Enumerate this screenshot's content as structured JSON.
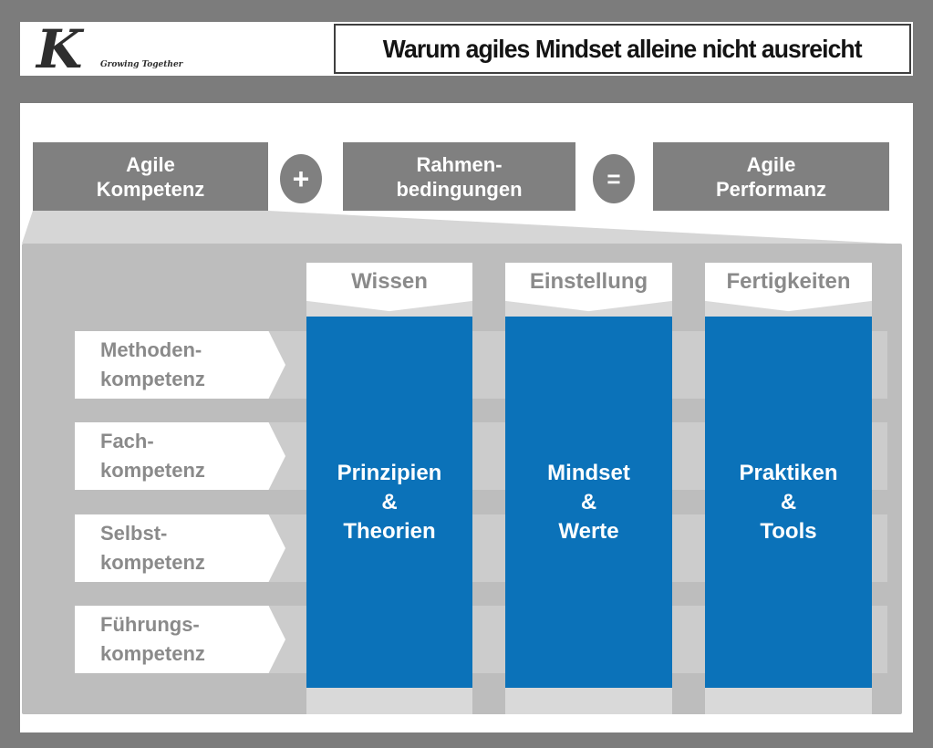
{
  "header": {
    "logo_letter": "K",
    "logo_tagline": "Growing Together",
    "title": "Warum agiles Mindset alleine nicht ausreicht"
  },
  "equation": {
    "terms": [
      {
        "lines": [
          "Agile",
          "Kompetenz"
        ]
      },
      {
        "lines": [
          "Rahmen-",
          "bedingungen"
        ]
      },
      {
        "lines": [
          "Agile",
          "Performanz"
        ]
      }
    ],
    "operators": {
      "plus": "+",
      "equals": "="
    }
  },
  "matrix": {
    "column_headers": [
      "Wissen",
      "Einstellung",
      "Fertigkeiten"
    ],
    "columns": [
      {
        "lines": [
          "Prinzipien",
          "&",
          "Theorien"
        ]
      },
      {
        "lines": [
          "Mindset",
          "&",
          "Werte"
        ]
      },
      {
        "lines": [
          "Praktiken",
          "&",
          "Tools"
        ]
      }
    ],
    "rows": [
      {
        "lines": [
          "Methoden-",
          "kompetenz"
        ]
      },
      {
        "lines": [
          "Fach-",
          "kompetenz"
        ]
      },
      {
        "lines": [
          "Selbst-",
          "kompetenz"
        ]
      },
      {
        "lines": [
          "Führungs-",
          "kompetenz"
        ]
      }
    ]
  },
  "colors": {
    "frame-gray": "#7c7c7c",
    "box-gray": "#808080",
    "panel-gray": "#bdbdbd",
    "band-gray": "#cccccc",
    "funnel-gray": "#d6d6d6",
    "track-gray": "#d9d9d9",
    "blue": "#0b72b9",
    "label-gray": "#8a8a8a",
    "title-color": "#141414",
    "white": "#ffffff"
  }
}
